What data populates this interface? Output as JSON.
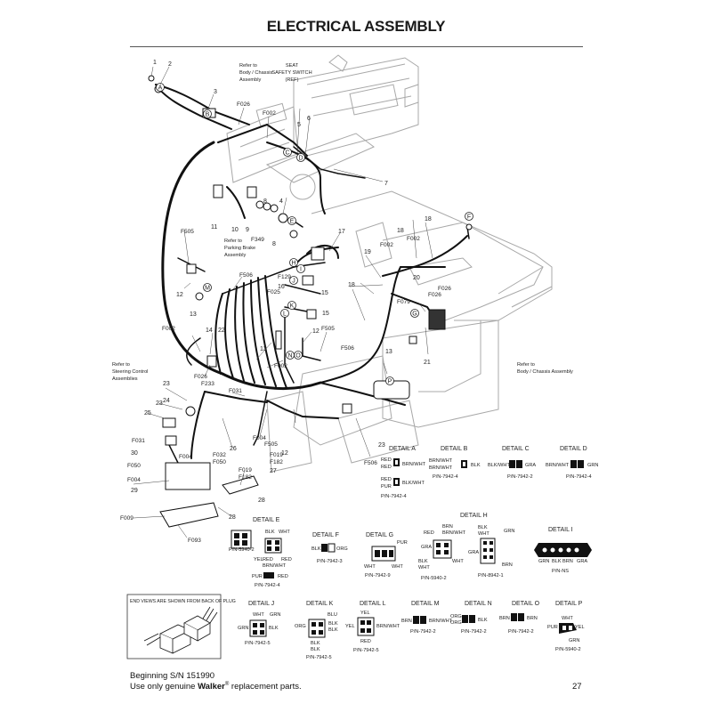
{
  "title": "ELECTRICAL ASSEMBLY",
  "refs": {
    "body_chassis_top": [
      "Refer to",
      "Body / Chassis",
      "Assembly"
    ],
    "seat_switch": [
      "SEAT",
      "SAFETY SWITCH",
      "(REF)"
    ],
    "parking_brake": [
      "Refer to",
      "Parking Brake",
      "Assembly"
    ],
    "steering_control": [
      "Refer to",
      "Steering Control",
      "Assemblies"
    ],
    "body_chassis_right": [
      "Refer to",
      "Body / Chassis Assembly"
    ]
  },
  "callouts": {
    "n1": "1",
    "n2": "2",
    "n3": "3",
    "n4": "4",
    "n5": "5",
    "n6": "6",
    "n7": "7",
    "n8": "8",
    "n9": "9",
    "n10": "10",
    "n11": "11",
    "n12": "12",
    "n13": "13",
    "n14": "14",
    "n15": "15",
    "n16": "16",
    "n17": "17",
    "n18": "18",
    "n19": "19",
    "n20": "20",
    "n21": "21",
    "n22": "22",
    "n23": "23",
    "n24": "24",
    "n25": "25",
    "n26": "26",
    "n27": "27",
    "n28": "28",
    "n29": "29",
    "n30": "30"
  },
  "fuses": {
    "F026": "F026",
    "F002": "F002",
    "F349": "F349",
    "F505": "F505",
    "F506": "F506",
    "F129": "F129",
    "F025": "F025",
    "F079": "F079",
    "F233": "F233",
    "F031": "F031",
    "F004": "F004",
    "F032": "F032",
    "F019": "F019",
    "F182": "F182",
    "F050": "F050",
    "F009": "F009",
    "F093": "F093"
  },
  "letters": [
    "A",
    "B",
    "C",
    "D",
    "E",
    "F",
    "G",
    "H",
    "I",
    "J",
    "K",
    "L",
    "M",
    "N",
    "O",
    "P"
  ],
  "details": {
    "a": {
      "title": "DETAIL A",
      "wires_left": [
        "RED",
        "RED"
      ],
      "wire_right": "BRN/WHT",
      "wires_left2": [
        "RED",
        "PUR"
      ],
      "wire_right2": "BLK/WHT",
      "pn": "P/N-7942-4"
    },
    "b": {
      "title": "DETAIL B",
      "wires_left": [
        "BRN/WHT",
        "BRN/WHT"
      ],
      "wire_right": "BLK",
      "pn": "P/N-7942-4"
    },
    "c": {
      "title": "DETAIL C",
      "wire_left": "BLK/WHT",
      "wire_right": "GRA",
      "pn": "P/N-7942-2"
    },
    "d": {
      "title": "DETAIL D",
      "wire_left": "BRN/WHT",
      "wire_right": "GRN",
      "pn": "P/N-7942-4"
    },
    "e": {
      "title": "DETAIL E",
      "wires": [
        "BLK",
        "WHT",
        "YEL",
        "RED",
        "RED",
        "BRN/WHT"
      ],
      "pn": "P/N-5940-2",
      "wire_pur": "PUR",
      "wire_red": "RED",
      "pn2": "P/N-7942-4"
    },
    "f": {
      "title": "DETAIL F",
      "wire_left": "BLK",
      "wire_right": "ORG",
      "pn": "P/N-7942-3"
    },
    "g": {
      "title": "DETAIL G",
      "wires": [
        "PUR",
        "WHT",
        "WHT"
      ],
      "pn": "P/N-7942-9"
    },
    "h": {
      "title": "DETAIL H",
      "wires": [
        "BRN",
        "BRN/WHT",
        "RED",
        "GRA",
        "BLK",
        "WHT",
        "WHT"
      ],
      "pn": "P/N-5940-2"
    },
    "h2": {
      "wires": [
        "BLK",
        "WHT",
        "GRN",
        "GRA",
        "BRN"
      ],
      "pn": "P/N-8942-1"
    },
    "i": {
      "title": "DETAIL I",
      "wires": [
        "GRN",
        "BLK",
        "BRN",
        "GRA"
      ],
      "pn": "P/N-NS"
    },
    "j": {
      "title": "DETAIL J",
      "wires": [
        "WHT",
        "GRN",
        "GRN",
        "BLK"
      ],
      "pn": "P/N-7942-5"
    },
    "k": {
      "title": "DETAIL K",
      "wires": [
        "BLU",
        "ORG",
        "BLK",
        "BLK",
        "BLK",
        "BLK"
      ],
      "pn": "P/N-7942-5"
    },
    "l": {
      "title": "DETAIL L",
      "wires": [
        "YEL",
        "YEL",
        "BRN/WHT",
        "RED"
      ],
      "pn": "P/N-7942-5"
    },
    "m": {
      "title": "DETAIL M",
      "wire_left": "BRN",
      "wire_right": "BRN/WHT",
      "pn": "P/N-7942-2"
    },
    "n": {
      "title": "DETAIL N",
      "wires": [
        "ORG",
        "ORG",
        "BLK"
      ],
      "pn": "P/N-7942-2"
    },
    "o": {
      "title": "DETAIL O",
      "wire_left": "BRN",
      "wire_right": "BRN",
      "pn": "P/N-7942-2"
    },
    "p": {
      "title": "DETAIL P",
      "wires": [
        "WHT",
        "PUR",
        "YEL",
        "GRN"
      ],
      "pn": "P/N-5940-2"
    }
  },
  "end_views_note": "END VIEWS ARE SHOWN FROM BACK OF PLUG",
  "footer": {
    "serial": "Beginning S/N 151990",
    "use_prefix": "Use only genuine ",
    "brand": "Walker",
    "reg": "®",
    "use_suffix": " replacement parts.",
    "page": "27"
  }
}
